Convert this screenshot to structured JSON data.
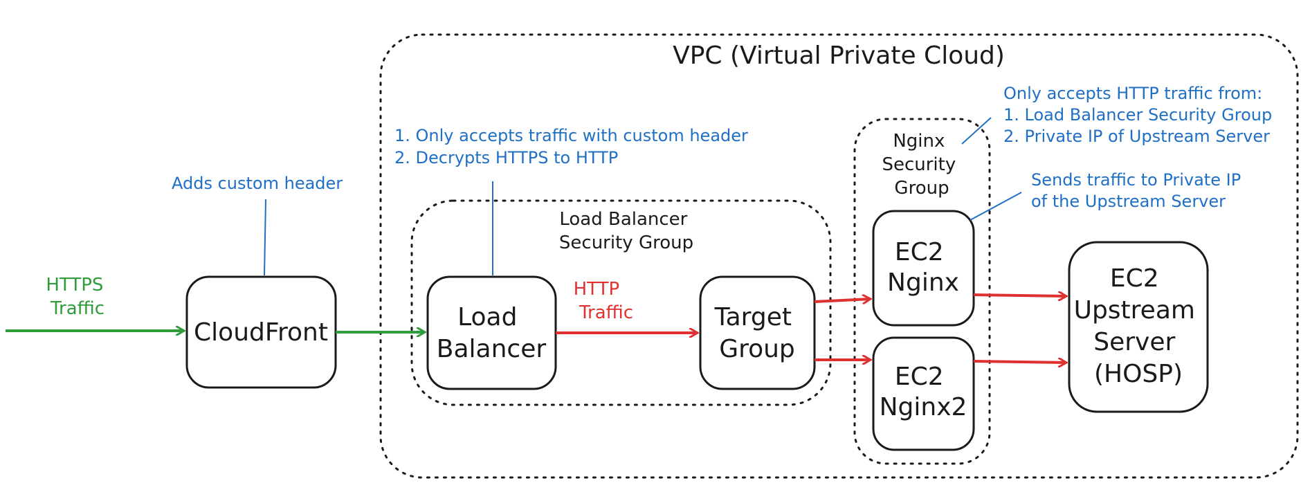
{
  "diagram": {
    "vpc": {
      "title": "VPC (Virtual Private Cloud)"
    },
    "groups": {
      "lb_sg": [
        "Load Balancer",
        "Security Group"
      ],
      "nginx_sg": [
        "Nginx",
        "Security",
        "Group"
      ]
    },
    "nodes": {
      "cloudfront": [
        "CloudFront"
      ],
      "load_balancer": [
        "Load",
        "Balancer"
      ],
      "target_group": [
        "Target",
        "Group"
      ],
      "ec2_nginx": [
        "EC2",
        "Nginx"
      ],
      "ec2_nginx2": [
        "EC2",
        "Nginx2"
      ],
      "upstream": [
        "EC2",
        "Upstream",
        "Server",
        "(HOSP)"
      ]
    },
    "edge_labels": {
      "https": [
        "HTTPS",
        "Traffic"
      ],
      "http": [
        "HTTP",
        "Traffic"
      ]
    },
    "notes": {
      "cloudfront": [
        "Adds custom header"
      ],
      "load_balancer": [
        "1. Only accepts traffic with custom header",
        "2. Decrypts HTTPS to HTTP"
      ],
      "nginx_sg": [
        "Only accepts HTTP traffic from:",
        "1. Load Balancer Security Group",
        "2. Private IP of Upstream Server"
      ],
      "ec2_nginx": [
        "Sends traffic to Private IP",
        "of the Upstream Server"
      ]
    },
    "colors": {
      "https_traffic": "#2f9e3a",
      "http_traffic": "#e03131",
      "annotation": "#1f6fc5",
      "outline": "#1a1a1a"
    }
  }
}
